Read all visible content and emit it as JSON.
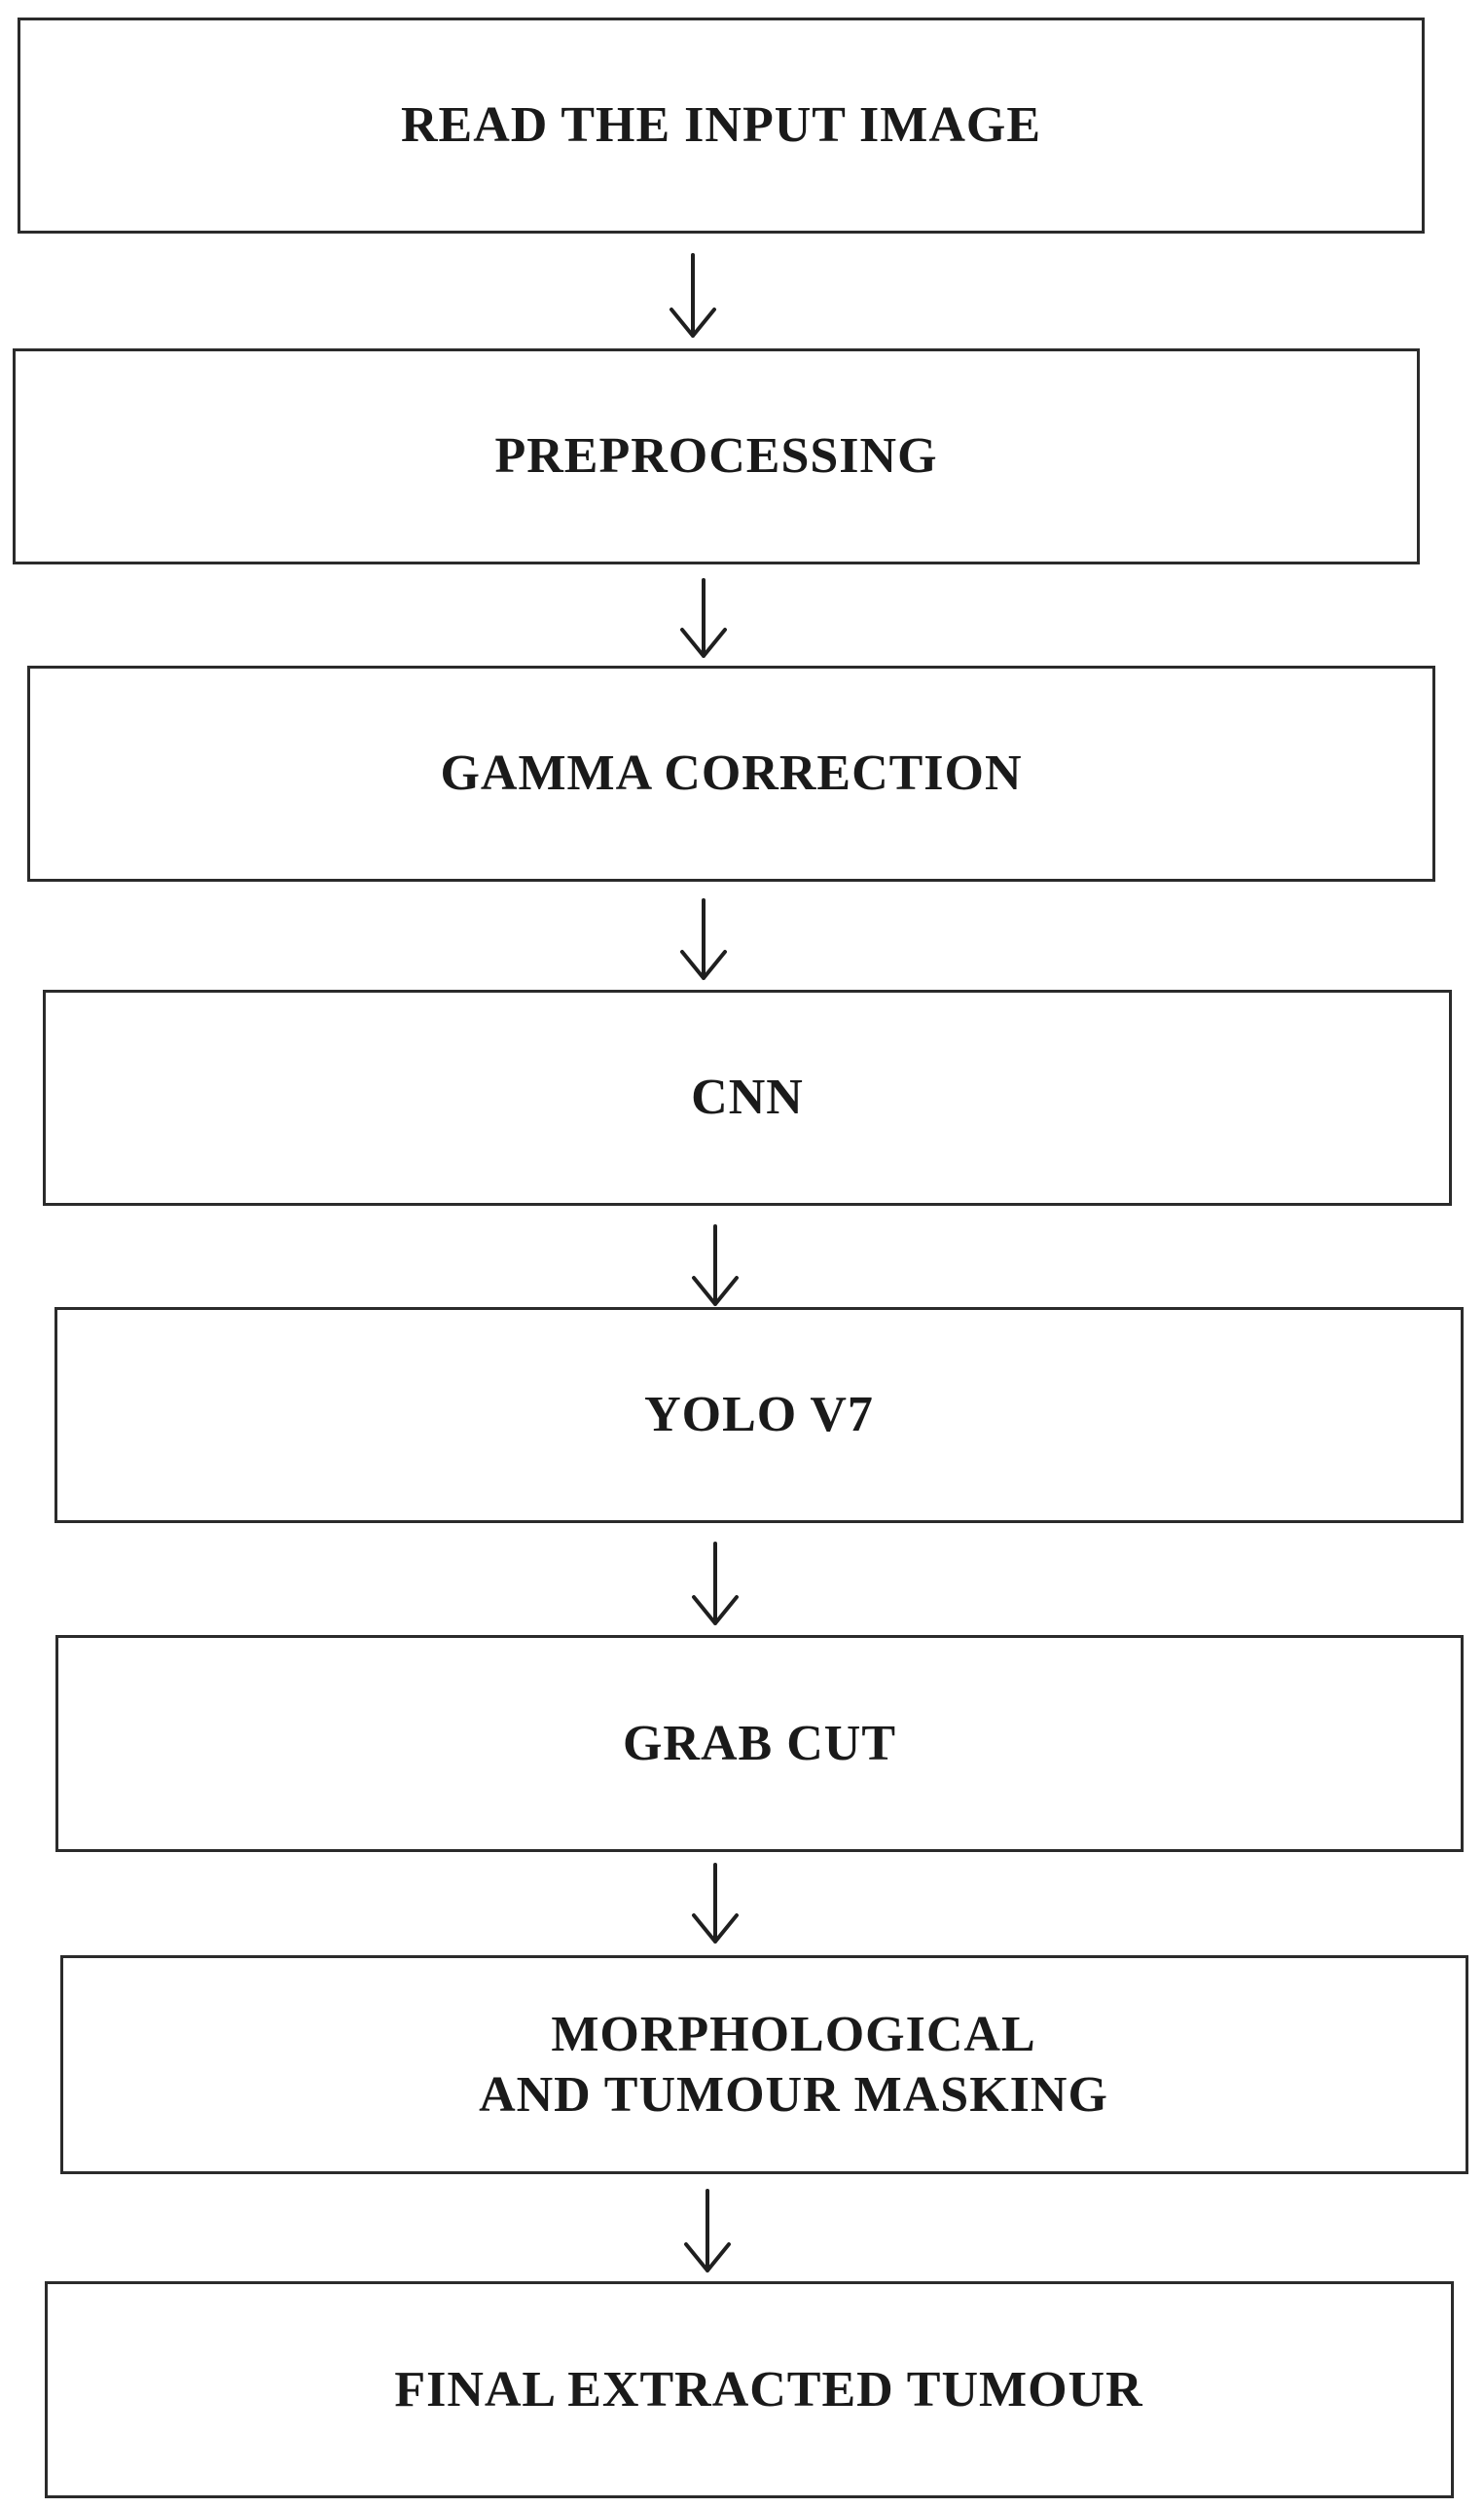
{
  "flowchart": {
    "steps": [
      {
        "id": "read-input-image",
        "label": "READ THE INPUT IMAGE"
      },
      {
        "id": "preprocessing",
        "label": "PREPROCESSING"
      },
      {
        "id": "gamma-correction",
        "label": "GAMMA CORRECTION"
      },
      {
        "id": "cnn",
        "label": "CNN"
      },
      {
        "id": "yolo-v7",
        "label": "YOLO V7"
      },
      {
        "id": "grab-cut",
        "label": "GRAB CUT"
      },
      {
        "id": "morphological-masking",
        "label": "MORPHOLOGICAL\nAND TUMOUR MASKING"
      },
      {
        "id": "final-extracted-tumour",
        "label": "FINAL EXTRACTED TUMOUR"
      }
    ],
    "colors": {
      "border": "#2b2b2b",
      "text": "#1a1a1a",
      "arrow": "#1f1f1f",
      "background": "#ffffff"
    }
  }
}
